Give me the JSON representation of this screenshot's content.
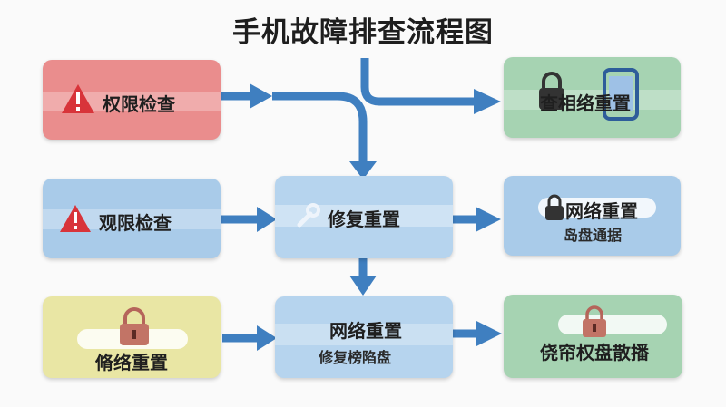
{
  "title": "手机故障排查流程图",
  "nodes": {
    "perm_check": {
      "label": "权限检查",
      "icon": "warning-icon",
      "color": "#ea8d8d"
    },
    "top_right": {
      "label": "查相络重置",
      "icon": "lock-phone-icon",
      "color": "#a6d3b2"
    },
    "perm_check_2": {
      "label": "观限检查",
      "icon": "warning-icon",
      "color": "#a9cbe9"
    },
    "repair_reset": {
      "label": "修复重置",
      "icon": "wrench-icon",
      "color": "#b6d4ee"
    },
    "network_reset_right": {
      "label": "网络重置",
      "sub": "岛盘通据",
      "icon": "lock-icon",
      "color": "#a9cbe9"
    },
    "bottom_left": {
      "label": "脩络重置",
      "icon": "lock-icon",
      "color": "#e9e6a4"
    },
    "network_reset_center": {
      "label": "网络重置",
      "sub": "修复榜陷盘",
      "color": "#b6d4ee"
    },
    "bottom_right": {
      "label": "侥帘权盘散播",
      "icon": "lock-icon",
      "color": "#a6d3b2"
    }
  },
  "arrow_color": "#3f7fc0"
}
